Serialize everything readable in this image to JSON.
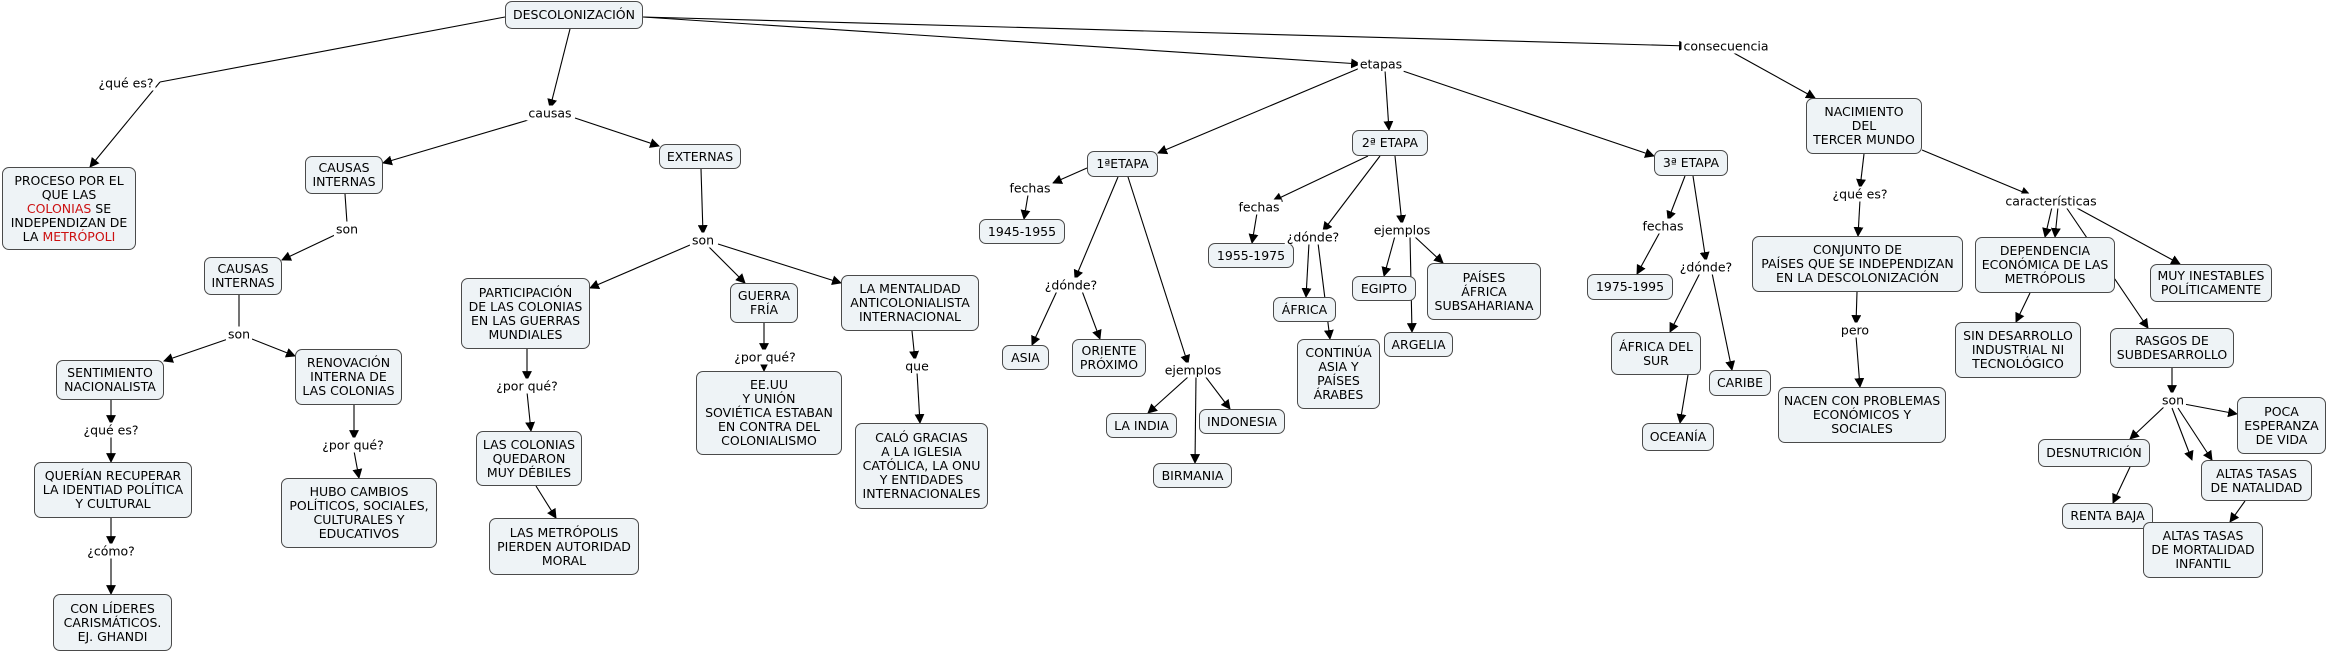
{
  "colors": {
    "node_fill": "#eef3f6",
    "node_border": "#4a4a4a",
    "highlight": "#cc1111",
    "line": "#000000"
  },
  "nodes": {
    "root": "DESCOLONIZACIÓN",
    "proceso": {
      "l1": "PROCESO POR EL",
      "l2": "QUE LAS",
      "l3a": "COLONIAS",
      "l3b": " SE",
      "l4": "INDEPENDIZAN DE",
      "l5a": "LA ",
      "l5b": "METRÓPOLI"
    },
    "causas_internas": "CAUSAS\nINTERNAS",
    "causas_internas2": "CAUSAS\nINTERNAS",
    "sentimiento": "SENTIMIENTO\nNACIONALISTA",
    "querian": "QUERÍAN RECUPERAR\nLA IDENTIAD POLÍTICA\nY CULTURAL",
    "lideres": "CON LÍDERES\nCARISMÁTICOS.\nEJ. GHANDI",
    "renovacion": "RENOVACIÓN\nINTERNA DE\nLAS COLONIAS",
    "hubo_cambios": "HUBO CAMBIOS\nPOLÍTICOS, SOCIALES,\nCULTURALES Y\nEDUCATIVOS",
    "externas": "EXTERNAS",
    "participacion": "PARTICIPACIÓN\nDE LAS COLONIAS\nEN LAS GUERRAS\nMUNDIALES",
    "colonias_debiles": "LAS COLONIAS\nQUEDARON\nMUY DÉBILES",
    "metropolis_autoridad": "LAS METRÓPOLIS\nPIERDEN AUTORIDAD\nMORAL",
    "guerra_fria": "GUERRA\nFRÍA",
    "eeuu": "EE.UU\nY UNIÓN\nSOVIÉTICA ESTABAN\nEN CONTRA DEL\nCOLONIALISMO",
    "mentalidad": "LA MENTALIDAD\nANTICOLONIALISTA\nINTERNACIONAL",
    "calo": "CALÓ GRACIAS\nA LA IGLESIA\nCATÓLICA, LA ONU\nY ENTIDADES\nINTERNACIONALES",
    "etapa1": "1ªETAPA",
    "f1": "1945-1955",
    "asia": "ASIA",
    "oriente": "ORIENTE\nPRÓXIMO",
    "india": "LA INDIA",
    "indonesia": "INDONESIA",
    "birmania": "BIRMANIA",
    "etapa2": "2ª ETAPA",
    "f2": "1955-1975",
    "africa": "ÁFRICA",
    "continua": "CONTINÚA\nASIA Y\nPAÍSES\nÁRABES",
    "egipto": "EGIPTO",
    "argelia": "ARGELIA",
    "subsahariana": "PAÍSES\nÁFRICA\nSUBSAHARIANA",
    "etapa3": "3ª ETAPA",
    "f3": "1975-1995",
    "africa_sur": "ÁFRICA DEL\nSUR",
    "oceania": "OCEANÍA",
    "caribe": "CARIBE",
    "nacimiento": "NACIMIENTO\nDEL\nTERCER MUNDO",
    "conjunto": "CONJUNTO DE\nPAÍSES QUE SE INDEPENDIZAN\nEN LA DESCOLONIZACIÓN",
    "nacen": "NACEN CON PROBLEMAS\nECONÓMICOS Y\nSOCIALES",
    "dependencia": "DEPENDENCIA\nECONÓMICA DE LAS\nMETRÓPOLIS",
    "inestables": "MUY INESTABLES\nPOLÍTICAMENTE",
    "sin_desarrollo": "SIN DESARROLLO\nINDUSTRIAL NI\nTECNOLÓGICO",
    "rasgos": "RASGOS DE\nSUBDESARROLLO",
    "desnutricion": "DESNUTRICIÓN",
    "natalidad": "ALTAS TASAS\nDE NATALIDAD",
    "esperanza": "POCA\nESPERANZA\nDE VIDA",
    "renta": "RENTA BAJA",
    "mortalidad": "ALTAS TASAS\nDE MORTALIDAD\nINFANTIL"
  },
  "labels": {
    "que_es_1": "¿qué es?",
    "causas": "causas",
    "etapas": "etapas",
    "consecuencia": "consecuencia",
    "son_1": "son",
    "son_2": "son",
    "son_3": "son",
    "que_es_2": "¿qué es?",
    "por_que_1": "¿por qué?",
    "como": "¿cómo?",
    "por_que_2": "¿por qué?",
    "por_que_3": "¿por qué?",
    "que": "que",
    "fechas_1": "fechas",
    "donde_1": "¿dónde?",
    "ejemplos_1": "ejemplos",
    "fechas_2": "fechas",
    "donde_2": "¿dónde?",
    "ejemplos_2": "ejemplos",
    "fechas_3": "fechas",
    "donde_3": "¿dónde?",
    "que_es_3": "¿qué es?",
    "caracteristicas": "características",
    "pero": "pero",
    "son_4": "son"
  }
}
